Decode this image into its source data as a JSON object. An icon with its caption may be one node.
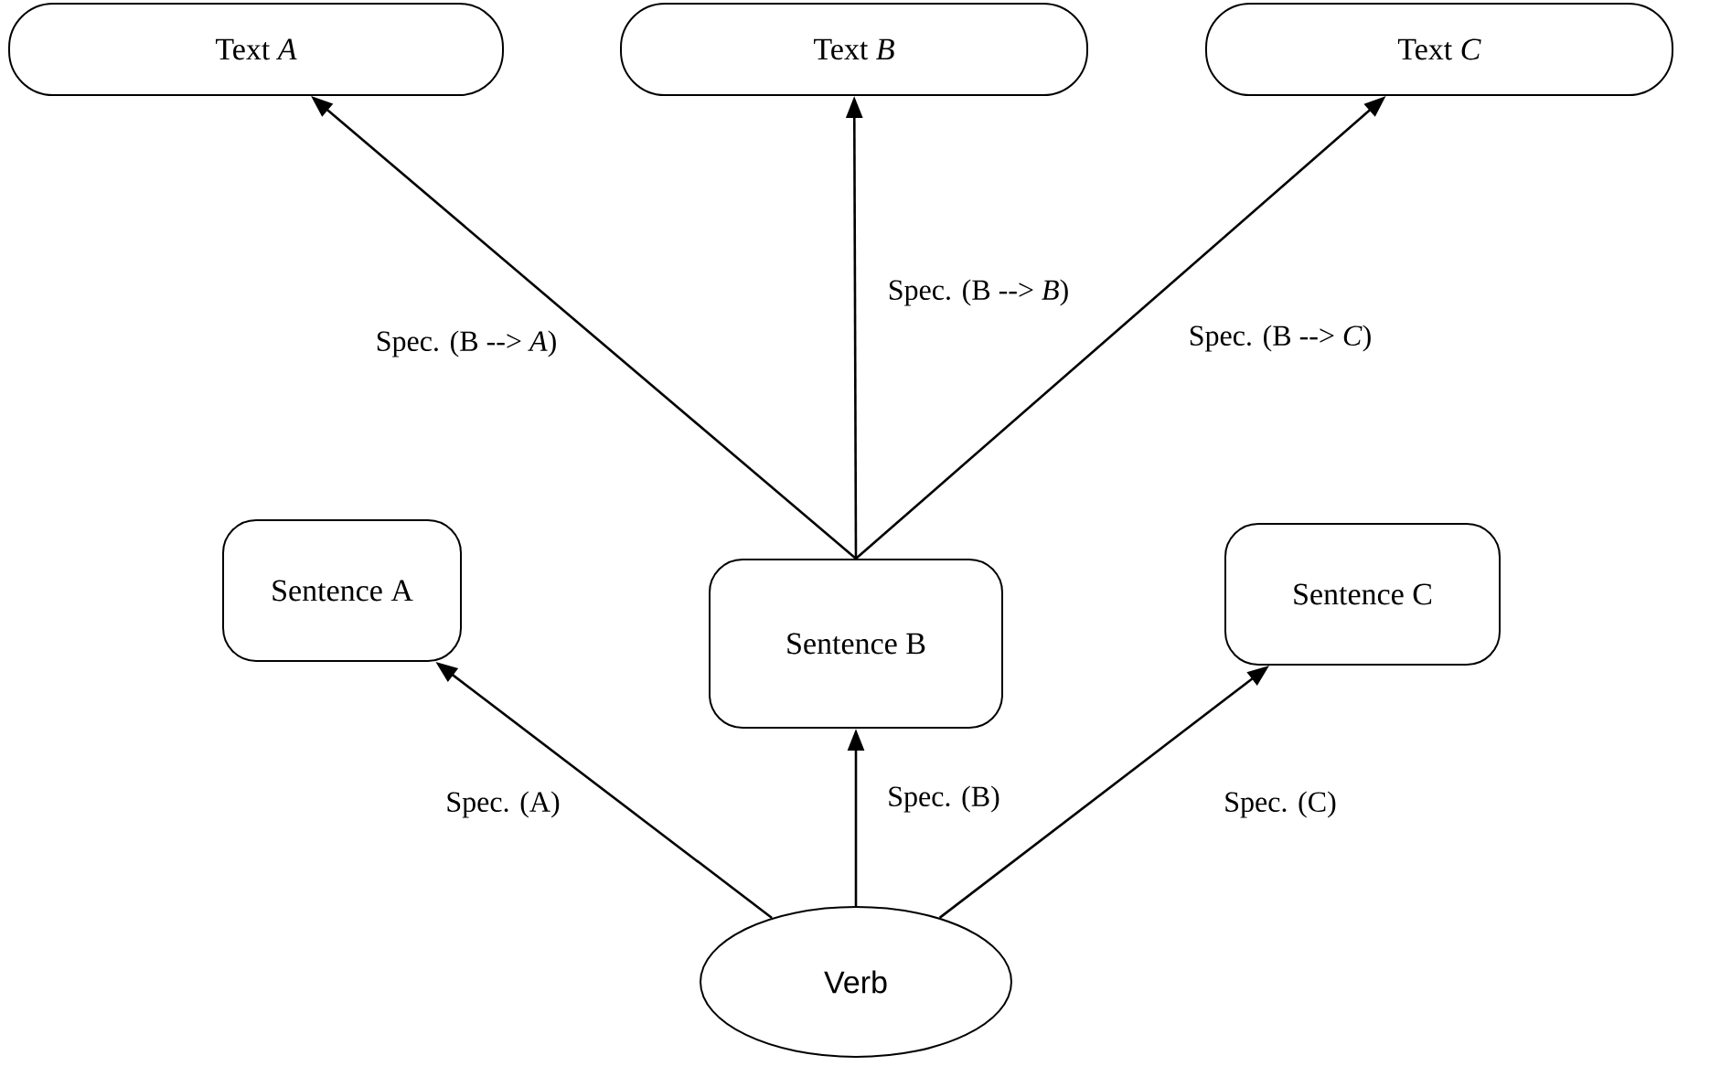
{
  "diagram": {
    "nodes": [
      {
        "text": [
          "Text *A*"
        ]
      },
      {
        "text": [
          "Text *B*"
        ]
      },
      {
        "text": [
          "Text *C*"
        ]
      },
      {
        "text": [
          "Sentence A"
        ]
      },
      {
        "text": [
          "Sentence B"
        ]
      },
      {
        "text": [
          "Sentence C"
        ]
      },
      {
        "text": [
          "Verb"
        ]
      }
    ],
    "edges": [
      {
        "from": 4,
        "to": 0,
        "arrow": "to",
        "label": "Spec. (B --> *A*)"
      },
      {
        "from": 4,
        "to": 1,
        "arrow": "to",
        "label": "Spec. (B --> *B*)"
      },
      {
        "from": 4,
        "to": 2,
        "arrow": "to",
        "label": "Spec. (B --> *C*)"
      },
      {
        "from": 6,
        "to": 3,
        "arrow": "to",
        "label": "Spec. (A)"
      },
      {
        "from": 6,
        "to": 4,
        "arrow": "to",
        "label": "Spec. (B)"
      },
      {
        "from": 6,
        "to": 5,
        "arrow": "to",
        "label": "Spec. (C)"
      }
    ]
  }
}
